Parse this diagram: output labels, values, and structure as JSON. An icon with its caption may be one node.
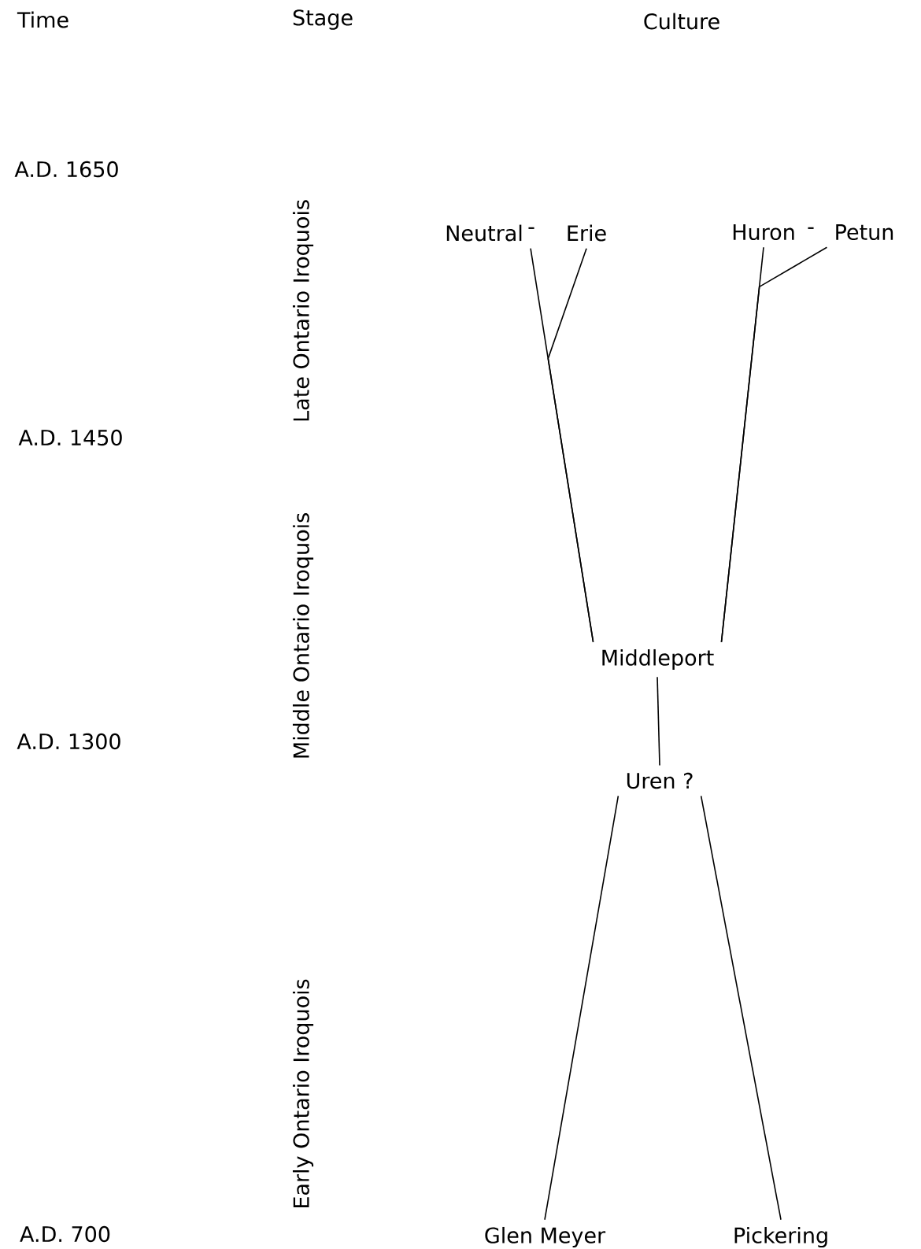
{
  "diagram": {
    "nodes": [
      {
        "text": [
          "Neutral"
        ]
      },
      {
        "text": [
          "Erie"
        ]
      },
      {
        "text": [
          "Huron"
        ]
      },
      {
        "text": [
          "Petun"
        ]
      },
      {
        "text": [
          "Middleport"
        ]
      },
      {
        "text": [
          "Uren ?"
        ]
      },
      {
        "text": [
          "Glen Meyer"
        ]
      },
      {
        "text": [
          "Pickering"
        ]
      }
    ],
    "edges": [
      {
        "from": 4,
        "to": 0,
        "arrow": "none"
      },
      {
        "from": 4,
        "to": 1,
        "arrow": "none"
      },
      {
        "from": 4,
        "to": 2,
        "arrow": "none"
      },
      {
        "from": 4,
        "to": 3,
        "arrow": "none"
      },
      {
        "from": 5,
        "to": 4,
        "arrow": "none"
      },
      {
        "from": 6,
        "to": 5,
        "arrow": "none"
      },
      {
        "from": 7,
        "to": 5,
        "arrow": "none"
      }
    ],
    "labels": [
      "Time",
      "Stage",
      "Culture",
      "A.D. 1650",
      "Late Ontario Iroquois",
      "-",
      "-",
      "A.D. 1450",
      "Middle Ontario Iroquois",
      "A.D. 1300",
      "Early Ontario Iroquois",
      "A.D. 700"
    ]
  }
}
